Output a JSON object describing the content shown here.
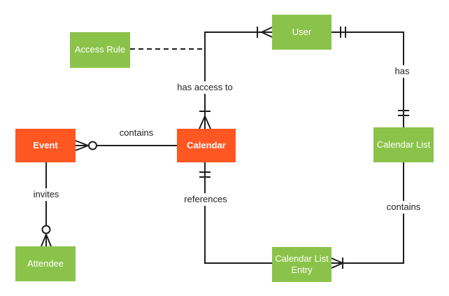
{
  "diagram": {
    "type": "entity-relationship-diagram",
    "colors": {
      "entity_primary": "#FF5722",
      "entity_secondary": "#8BC34A",
      "entity_text": "#ffffff",
      "line": "#1e1e1e",
      "label_text": "#1f1f1f",
      "background": "#ffffff"
    },
    "entities": {
      "event": {
        "label": "Event",
        "variant": "primary"
      },
      "calendar": {
        "label": "Calendar",
        "variant": "primary"
      },
      "user": {
        "label": "User",
        "variant": "secondary"
      },
      "access_rule": {
        "label": "Access Rule",
        "variant": "secondary"
      },
      "calendar_list": {
        "label": "Calendar List",
        "variant": "secondary"
      },
      "attendee": {
        "label": "Attendee",
        "variant": "secondary"
      },
      "calendar_list_entry": {
        "label": "Calendar List Entry",
        "variant": "secondary"
      }
    },
    "relationships": {
      "event_contains_calendar": {
        "label": "contains",
        "event_end": "zero-or-many (crow's foot + circle)",
        "calendar_end": "plain"
      },
      "calendar_has_access_to_user": {
        "label": "has access to",
        "calendar_end": "one-or-many (tick + crow's foot)",
        "user_end": "one-or-many (tick + crow's foot)"
      },
      "access_rule_attachment": {
        "label": "",
        "style": "dashed"
      },
      "user_has_calendar_list": {
        "label": "has",
        "user_end": "exactly-one (double tick)",
        "calendar_list_end": "exactly-one (double tick)"
      },
      "calendar_list_contains_entry": {
        "label": "contains",
        "entry_end": "one-or-many (crow's foot + tick)",
        "calendar_list_end": "plain"
      },
      "calendar_references_entry": {
        "label": "references",
        "calendar_end": "exactly-one (double tick)",
        "entry_end": "plain"
      },
      "event_invites_attendee": {
        "label": "invites",
        "attendee_end": "zero-or-many (circle + crow's foot)",
        "event_end": "plain"
      }
    }
  }
}
